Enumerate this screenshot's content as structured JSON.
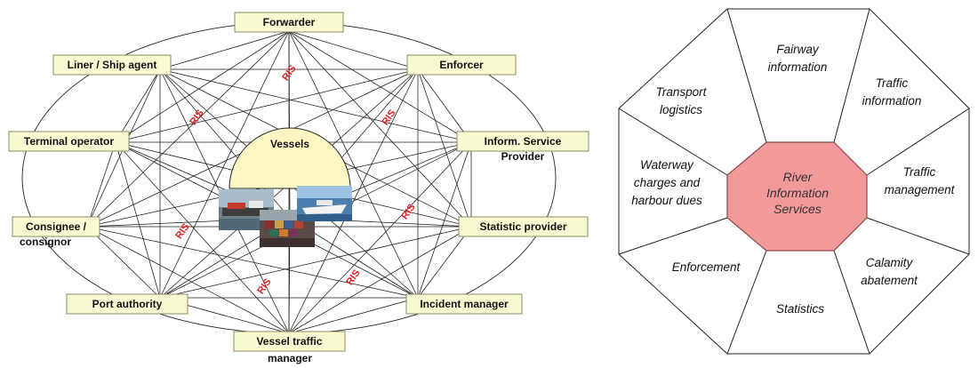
{
  "left_diagram": {
    "center_label": "Vessels",
    "link_label": "RIS",
    "actors": [
      {
        "id": "forwarder",
        "lines": [
          "Forwarder"
        ]
      },
      {
        "id": "enforcer",
        "lines": [
          "Enforcer"
        ]
      },
      {
        "id": "inform-service-provider",
        "lines": [
          "Inform. Service",
          "Provider"
        ]
      },
      {
        "id": "statistic-provider",
        "lines": [
          "Statistic provider"
        ]
      },
      {
        "id": "incident-manager",
        "lines": [
          "Incident manager"
        ]
      },
      {
        "id": "vessel-traffic-manager",
        "lines": [
          "Vessel traffic",
          "manager"
        ]
      },
      {
        "id": "port-authority",
        "lines": [
          "Port authority"
        ]
      },
      {
        "id": "consignee-consignor",
        "lines": [
          "Consignee /",
          "consignor"
        ]
      },
      {
        "id": "terminal-operator",
        "lines": [
          "Terminal operator"
        ]
      },
      {
        "id": "liner-ship-agent",
        "lines": [
          "Liner / Ship agent"
        ]
      }
    ],
    "photos": [
      "river-barge-photo",
      "container-ship-photo",
      "cruise-vessel-photo"
    ]
  },
  "right_diagram": {
    "center": [
      "River",
      "Information",
      "Services"
    ],
    "segments": [
      {
        "id": "fairway-information",
        "lines": [
          "Fairway",
          "information"
        ]
      },
      {
        "id": "traffic-information",
        "lines": [
          "Traffic",
          "information"
        ]
      },
      {
        "id": "traffic-management",
        "lines": [
          "Traffic",
          "management"
        ]
      },
      {
        "id": "calamity-abatement",
        "lines": [
          "Calamity",
          "abatement"
        ]
      },
      {
        "id": "statistics",
        "lines": [
          "Statistics"
        ]
      },
      {
        "id": "enforcement",
        "lines": [
          "Enforcement"
        ]
      },
      {
        "id": "waterway-charges",
        "lines": [
          "Waterway",
          "charges and",
          "harbour dues"
        ]
      },
      {
        "id": "transport-logistics",
        "lines": [
          "Transport",
          "logistics"
        ]
      }
    ]
  },
  "colors": {
    "box_fill": "#fafad2",
    "box_stroke": "#8a8a6a",
    "vessels_fill": "#fbf6c2",
    "ris_text": "#e02020",
    "center_fill": "#f29a9a",
    "center_stroke": "#8a4a4a"
  }
}
